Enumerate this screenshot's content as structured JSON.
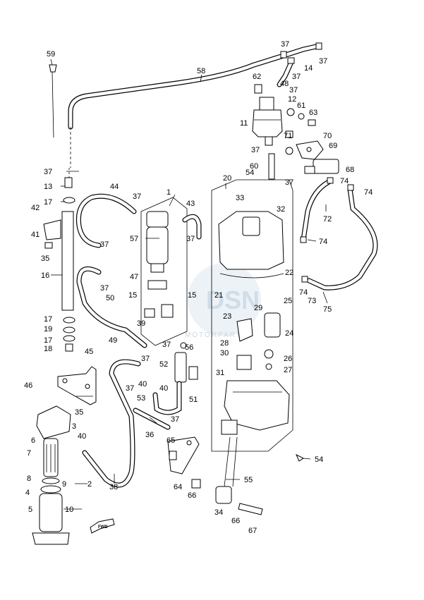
{
  "diagram": {
    "callouts": [
      {
        "id": "c59",
        "text": "59"
      },
      {
        "id": "c58",
        "text": "58"
      },
      {
        "id": "c37a",
        "text": "37"
      },
      {
        "id": "c37b",
        "text": "37"
      },
      {
        "id": "c14",
        "text": "14"
      },
      {
        "id": "c37c",
        "text": "37"
      },
      {
        "id": "c62",
        "text": "62"
      },
      {
        "id": "c48",
        "text": "48"
      },
      {
        "id": "c37d",
        "text": "37"
      },
      {
        "id": "c12",
        "text": "12"
      },
      {
        "id": "c61",
        "text": "61"
      },
      {
        "id": "c63",
        "text": "63"
      },
      {
        "id": "c11",
        "text": "11"
      },
      {
        "id": "c71",
        "text": "71"
      },
      {
        "id": "c70",
        "text": "70"
      },
      {
        "id": "c69",
        "text": "69"
      },
      {
        "id": "c37e",
        "text": "37"
      },
      {
        "id": "c60",
        "text": "60"
      },
      {
        "id": "c68",
        "text": "68"
      },
      {
        "id": "c37f",
        "text": "37"
      },
      {
        "id": "c13",
        "text": "13"
      },
      {
        "id": "c17a",
        "text": "17"
      },
      {
        "id": "c42",
        "text": "42"
      },
      {
        "id": "c41",
        "text": "41"
      },
      {
        "id": "c35a",
        "text": "35"
      },
      {
        "id": "c16",
        "text": "16"
      },
      {
        "id": "c17b",
        "text": "17"
      },
      {
        "id": "c19",
        "text": "19"
      },
      {
        "id": "c17c",
        "text": "17"
      },
      {
        "id": "c18",
        "text": "18"
      },
      {
        "id": "c44",
        "text": "44"
      },
      {
        "id": "c37g",
        "text": "37"
      },
      {
        "id": "c1",
        "text": "1"
      },
      {
        "id": "c43",
        "text": "43"
      },
      {
        "id": "c20",
        "text": "20"
      },
      {
        "id": "c54a",
        "text": "54"
      },
      {
        "id": "c37h",
        "text": "37"
      },
      {
        "id": "c74a",
        "text": "74"
      },
      {
        "id": "c74b",
        "text": "74"
      },
      {
        "id": "c33",
        "text": "33"
      },
      {
        "id": "c32",
        "text": "32"
      },
      {
        "id": "c72",
        "text": "72"
      },
      {
        "id": "c37i",
        "text": "37"
      },
      {
        "id": "c57",
        "text": "57"
      },
      {
        "id": "c37j",
        "text": "37"
      },
      {
        "id": "c74c",
        "text": "74"
      },
      {
        "id": "c37k",
        "text": "37"
      },
      {
        "id": "c47",
        "text": "47"
      },
      {
        "id": "c22",
        "text": "22"
      },
      {
        "id": "c74d",
        "text": "74"
      },
      {
        "id": "c73",
        "text": "73"
      },
      {
        "id": "c75",
        "text": "75"
      },
      {
        "id": "c15a",
        "text": "15"
      },
      {
        "id": "c15b",
        "text": "15"
      },
      {
        "id": "c21",
        "text": "21"
      },
      {
        "id": "c25",
        "text": "25"
      },
      {
        "id": "c50",
        "text": "50"
      },
      {
        "id": "c29",
        "text": "29"
      },
      {
        "id": "c23",
        "text": "23"
      },
      {
        "id": "c39",
        "text": "39"
      },
      {
        "id": "c24",
        "text": "24"
      },
      {
        "id": "c49",
        "text": "49"
      },
      {
        "id": "c28",
        "text": "28"
      },
      {
        "id": "c37l",
        "text": "37"
      },
      {
        "id": "c56",
        "text": "56"
      },
      {
        "id": "c30",
        "text": "30"
      },
      {
        "id": "c26",
        "text": "26"
      },
      {
        "id": "c45",
        "text": "45"
      },
      {
        "id": "c37m",
        "text": "37"
      },
      {
        "id": "c52",
        "text": "52"
      },
      {
        "id": "c27",
        "text": "27"
      },
      {
        "id": "c31",
        "text": "31"
      },
      {
        "id": "c40a",
        "text": "40"
      },
      {
        "id": "c40b",
        "text": "40"
      },
      {
        "id": "c46",
        "text": "46"
      },
      {
        "id": "c37n",
        "text": "37"
      },
      {
        "id": "c53",
        "text": "53"
      },
      {
        "id": "c51",
        "text": "51"
      },
      {
        "id": "c35b",
        "text": "35"
      },
      {
        "id": "c3",
        "text": "3"
      },
      {
        "id": "c6",
        "text": "6"
      },
      {
        "id": "c40c",
        "text": "40"
      },
      {
        "id": "c37o",
        "text": "37"
      },
      {
        "id": "c36",
        "text": "36"
      },
      {
        "id": "c65",
        "text": "65"
      },
      {
        "id": "c7",
        "text": "7"
      },
      {
        "id": "c54b",
        "text": "54"
      },
      {
        "id": "c2",
        "text": "2"
      },
      {
        "id": "c8",
        "text": "8"
      },
      {
        "id": "c9",
        "text": "9"
      },
      {
        "id": "c38",
        "text": "38"
      },
      {
        "id": "c64",
        "text": "64"
      },
      {
        "id": "c66a",
        "text": "66"
      },
      {
        "id": "c55",
        "text": "55"
      },
      {
        "id": "c4",
        "text": "4"
      },
      {
        "id": "c5",
        "text": "5"
      },
      {
        "id": "c10",
        "text": "10"
      },
      {
        "id": "c34",
        "text": "34"
      },
      {
        "id": "c66b",
        "text": "66"
      },
      {
        "id": "c67",
        "text": "67"
      }
    ],
    "fwd_label": "FWD",
    "watermark": "MOTORPARTS",
    "watermark_logo": "DSN"
  }
}
